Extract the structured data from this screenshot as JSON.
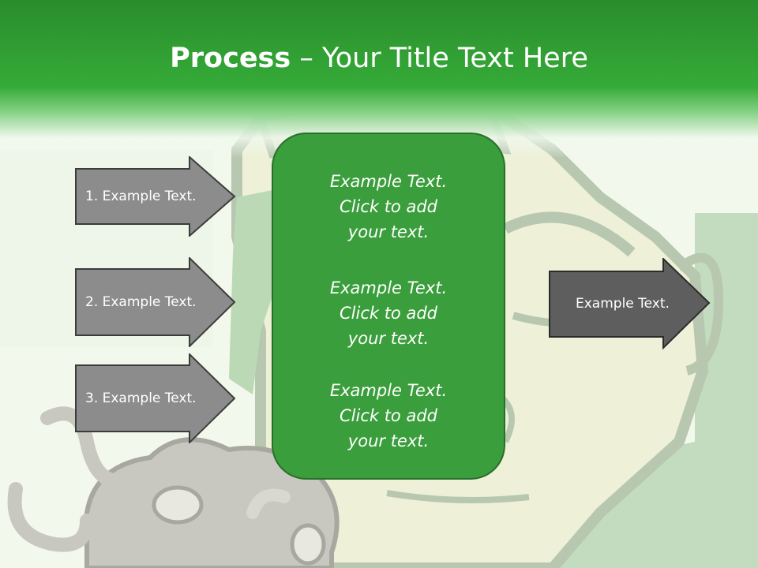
{
  "slide": {
    "title_bold": "Process",
    "title_rest": " – Your Title Text Here"
  },
  "left_arrows": [
    {
      "label": "1. Example Text."
    },
    {
      "label": "2. Example Text."
    },
    {
      "label": "3. Example Text."
    }
  ],
  "center_box": {
    "paragraphs": [
      {
        "line1": "Example Text.",
        "line2": "Click  to add",
        "line3": "your text."
      },
      {
        "line1": "Example Text.",
        "line2": "Click  to add",
        "line3": "your text."
      },
      {
        "line1": "Example Text.",
        "line2": "Click  to add",
        "line3": "your text."
      }
    ]
  },
  "right_arrow": {
    "label": "Example Text."
  },
  "colors": {
    "header_green": "#35ab38",
    "box_green": "#3a9e3c",
    "left_arrow_gray": "#8c8c8c",
    "right_arrow_gray": "#5e5e5e"
  }
}
